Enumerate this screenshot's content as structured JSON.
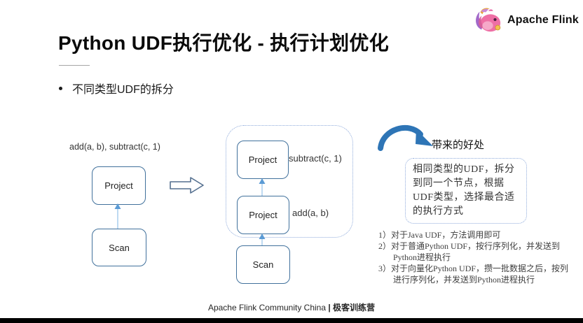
{
  "header": {
    "logo_text": "Apache Flink"
  },
  "slide": {
    "title": "Python UDF执行优化 - 执行计划优化",
    "bullet": "不同类型UDF的拆分"
  },
  "diagram": {
    "before": {
      "annotation": "add(a, b), subtract(c, 1)",
      "project_label": "Project",
      "scan_label": "Scan"
    },
    "after": {
      "project1_label": "Project",
      "project1_annotation": "subtract(c, 1)",
      "project2_label": "Project",
      "project2_annotation": "add(a, b)",
      "scan_label": "Scan"
    }
  },
  "benefit": {
    "title": "带来的好处",
    "note": "相同类型的UDF，拆分到同一个节点，根据UDF类型，选择最合适的执行方式",
    "points": [
      {
        "num": "1）",
        "lines": [
          "对于Java UDF，方法调用即可"
        ]
      },
      {
        "num": "2）",
        "lines": [
          "对于普通Python UDF，按行序列化，并发送到",
          "Python进程执行"
        ]
      },
      {
        "num": "3）",
        "lines": [
          "对于向量化Python UDF，攒一批数据之后，按列",
          "进行序列化，并发送到Python进程执行"
        ]
      }
    ]
  },
  "footer": {
    "text_normal": "Apache Flink Community China ",
    "text_bold": "| 极客训练营"
  },
  "colors": {
    "node_border": "#41719c",
    "dashed_border": "#8eaadb",
    "connector_line": "#aed1ee",
    "connector_head": "#5b9bd5",
    "curved_arrow": "#2e75b6",
    "block_arrow_outline": "#546f8f",
    "bottom_bar": "#000000"
  }
}
